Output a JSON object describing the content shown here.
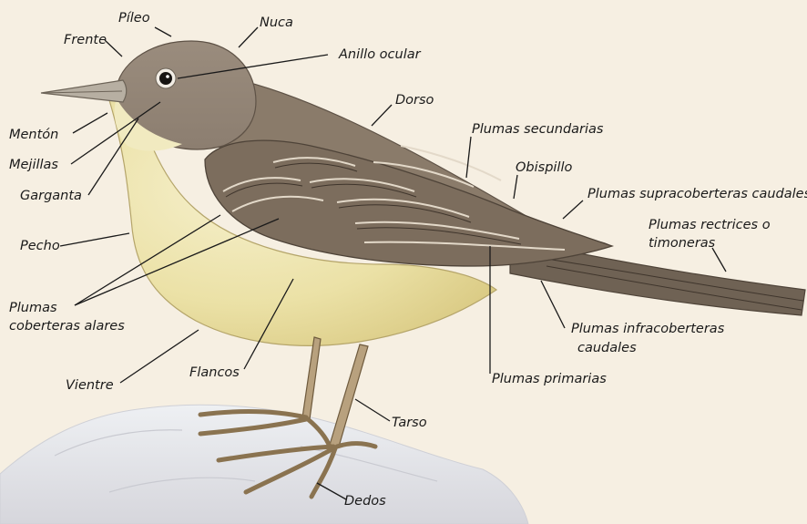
{
  "labels": {
    "pileo": "Píleo",
    "nuca": "Nuca",
    "frente": "Frente",
    "anillo_ocular": "Anillo ocular",
    "dorso": "Dorso",
    "menton": "Mentón",
    "mejillas": "Mejillas",
    "garganta": "Garganta",
    "plumas_secundarias": "Plumas secundarias",
    "obispillo": "Obispillo",
    "plumas_supracoberteras": "Plumas supracoberteras caudales",
    "plumas_rectrices_1": "Plumas rectrices o",
    "plumas_rectrices_2": "timoneras",
    "pecho": "Pecho",
    "coberteras_1": "Plumas",
    "coberteras_2": "coberteras alares",
    "plumas_infracoberteras_1": "Plumas infracoberteras",
    "plumas_infracoberteras_2": "caudales",
    "vientre": "Vientre",
    "flancos": "Flancos",
    "plumas_primarias": "Plumas primarias",
    "tarso": "Tarso",
    "dedos": "Dedos"
  },
  "colors": {
    "background": "#f6efe2",
    "head": "#938576",
    "back": "#8a7a69",
    "wing": "#7e6e5e",
    "breast": "#efe7b4",
    "belly": "#e6db95",
    "beak": "#b9b1a4",
    "legs": "#b8a17e",
    "rock": "#e3e3e7"
  }
}
